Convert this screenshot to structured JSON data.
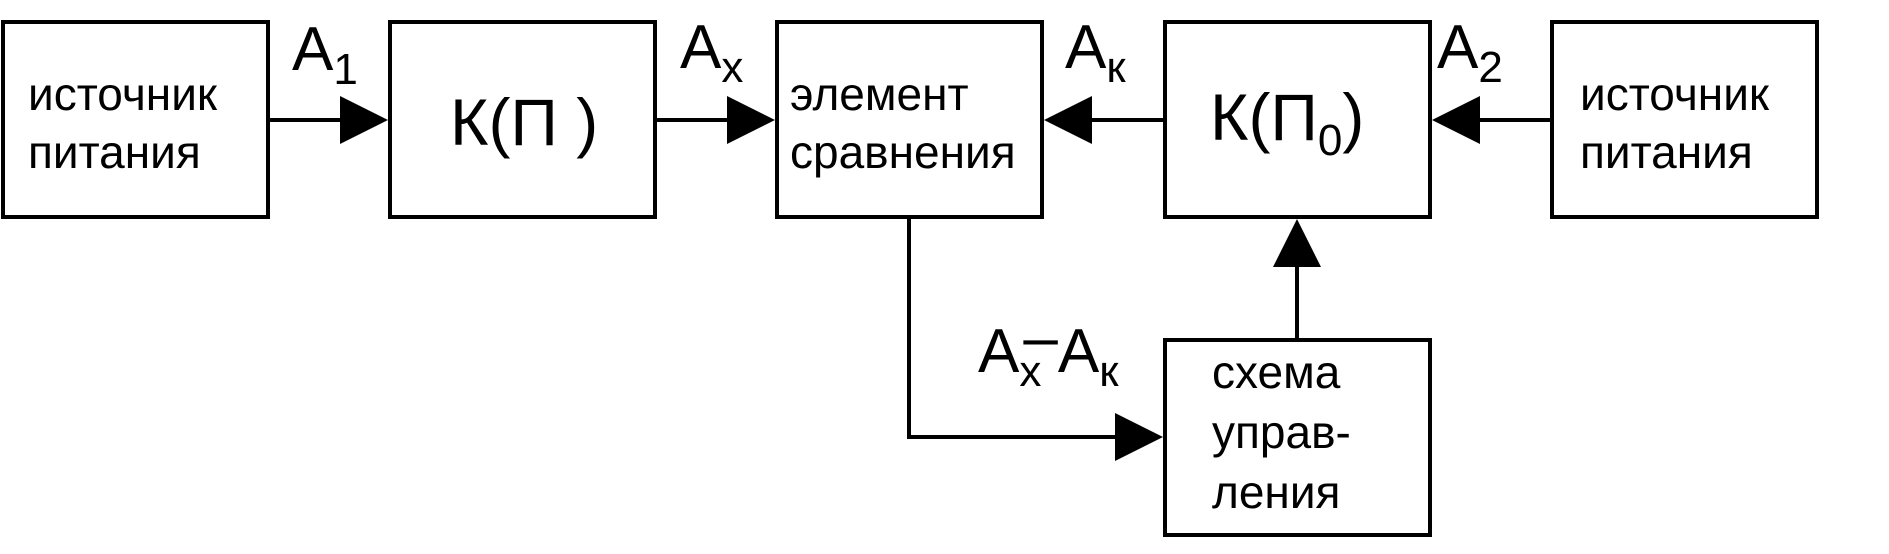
{
  "blocks": {
    "source1": {
      "line1": "источник",
      "line2": "питания"
    },
    "k_p": {
      "label": "К(П )"
    },
    "comparator": {
      "line1": "элемент",
      "line2": "сравнения"
    },
    "k_p0": {
      "main": "К(П",
      "sub": "0",
      "tail": ")"
    },
    "source2": {
      "line1": "источник",
      "line2": "питания"
    },
    "control": {
      "line1": "схема",
      "line2": "управ-",
      "line3": "ления"
    }
  },
  "signals": {
    "a1": {
      "main": "A",
      "sub": "1"
    },
    "ax": {
      "main": "A",
      "sub": "x"
    },
    "ak": {
      "main": "A",
      "sub": "к"
    },
    "a2": {
      "main": "A",
      "sub": "2"
    },
    "diff": {
      "a": "A",
      "sub_x": "x",
      "minus": "–",
      "b": "A",
      "sub_k": "к"
    }
  }
}
